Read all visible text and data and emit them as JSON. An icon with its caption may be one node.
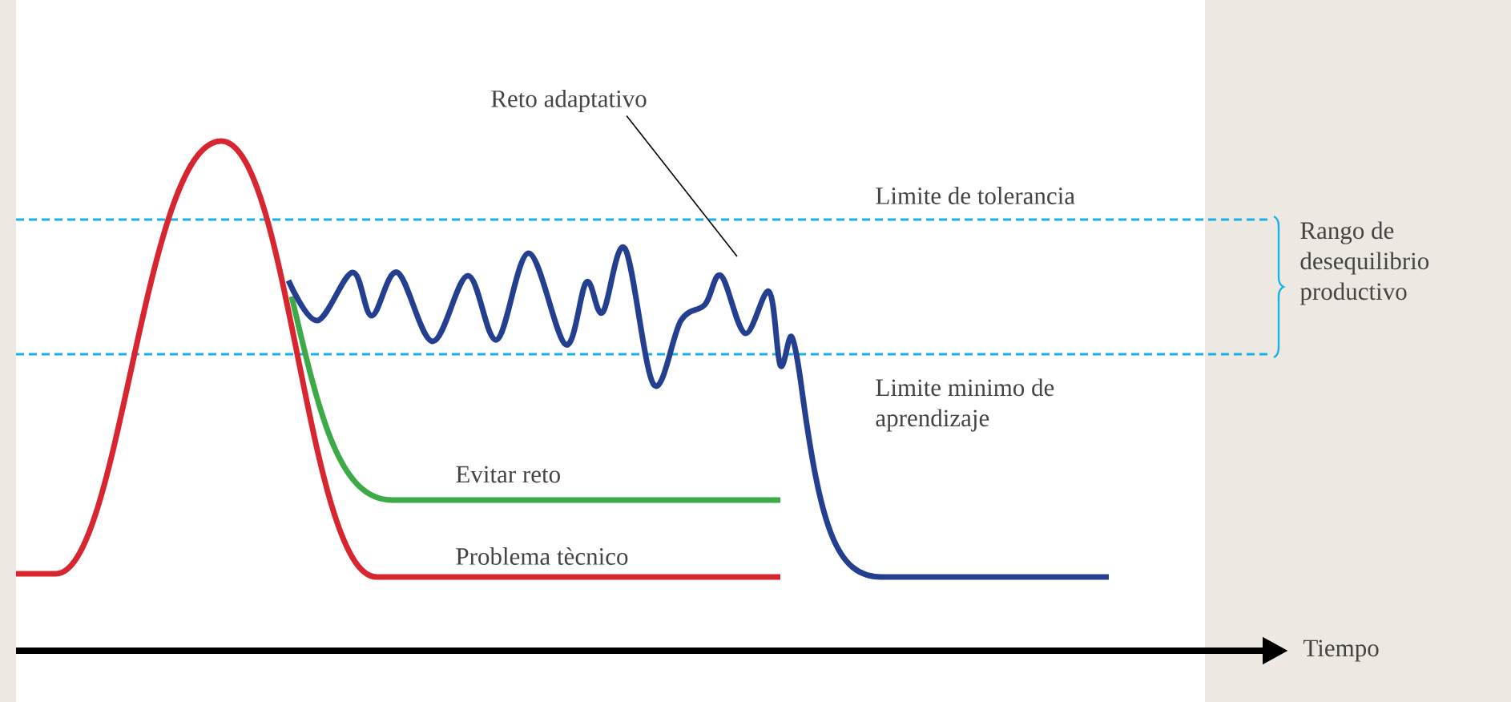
{
  "diagram": {
    "nodes": [
      {
        "text": [
          "Reto adaptativo"
        ]
      },
      {
        "text": [],
        "shape": "picture"
      }
    ],
    "edges": [
      {
        "from": 0,
        "to": 1,
        "arrow": "none"
      }
    ],
    "labels": [
      "Limite de tolerancia",
      "Rango de desequilibrio productivo",
      "Limite minimo de aprendizaje",
      "Evitar reto",
      "Problema tècnico",
      "Tiempo"
    ]
  }
}
